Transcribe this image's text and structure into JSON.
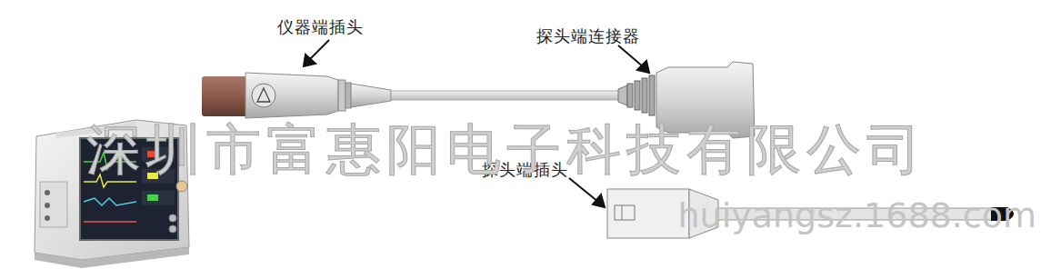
{
  "diagram": {
    "labels": [
      "仪器端插头",
      "探头端连接器",
      "探头端插头",
      "深圳市富惠阳电子科技有限公司",
      "huiyangsz.1688.com"
    ]
  }
}
